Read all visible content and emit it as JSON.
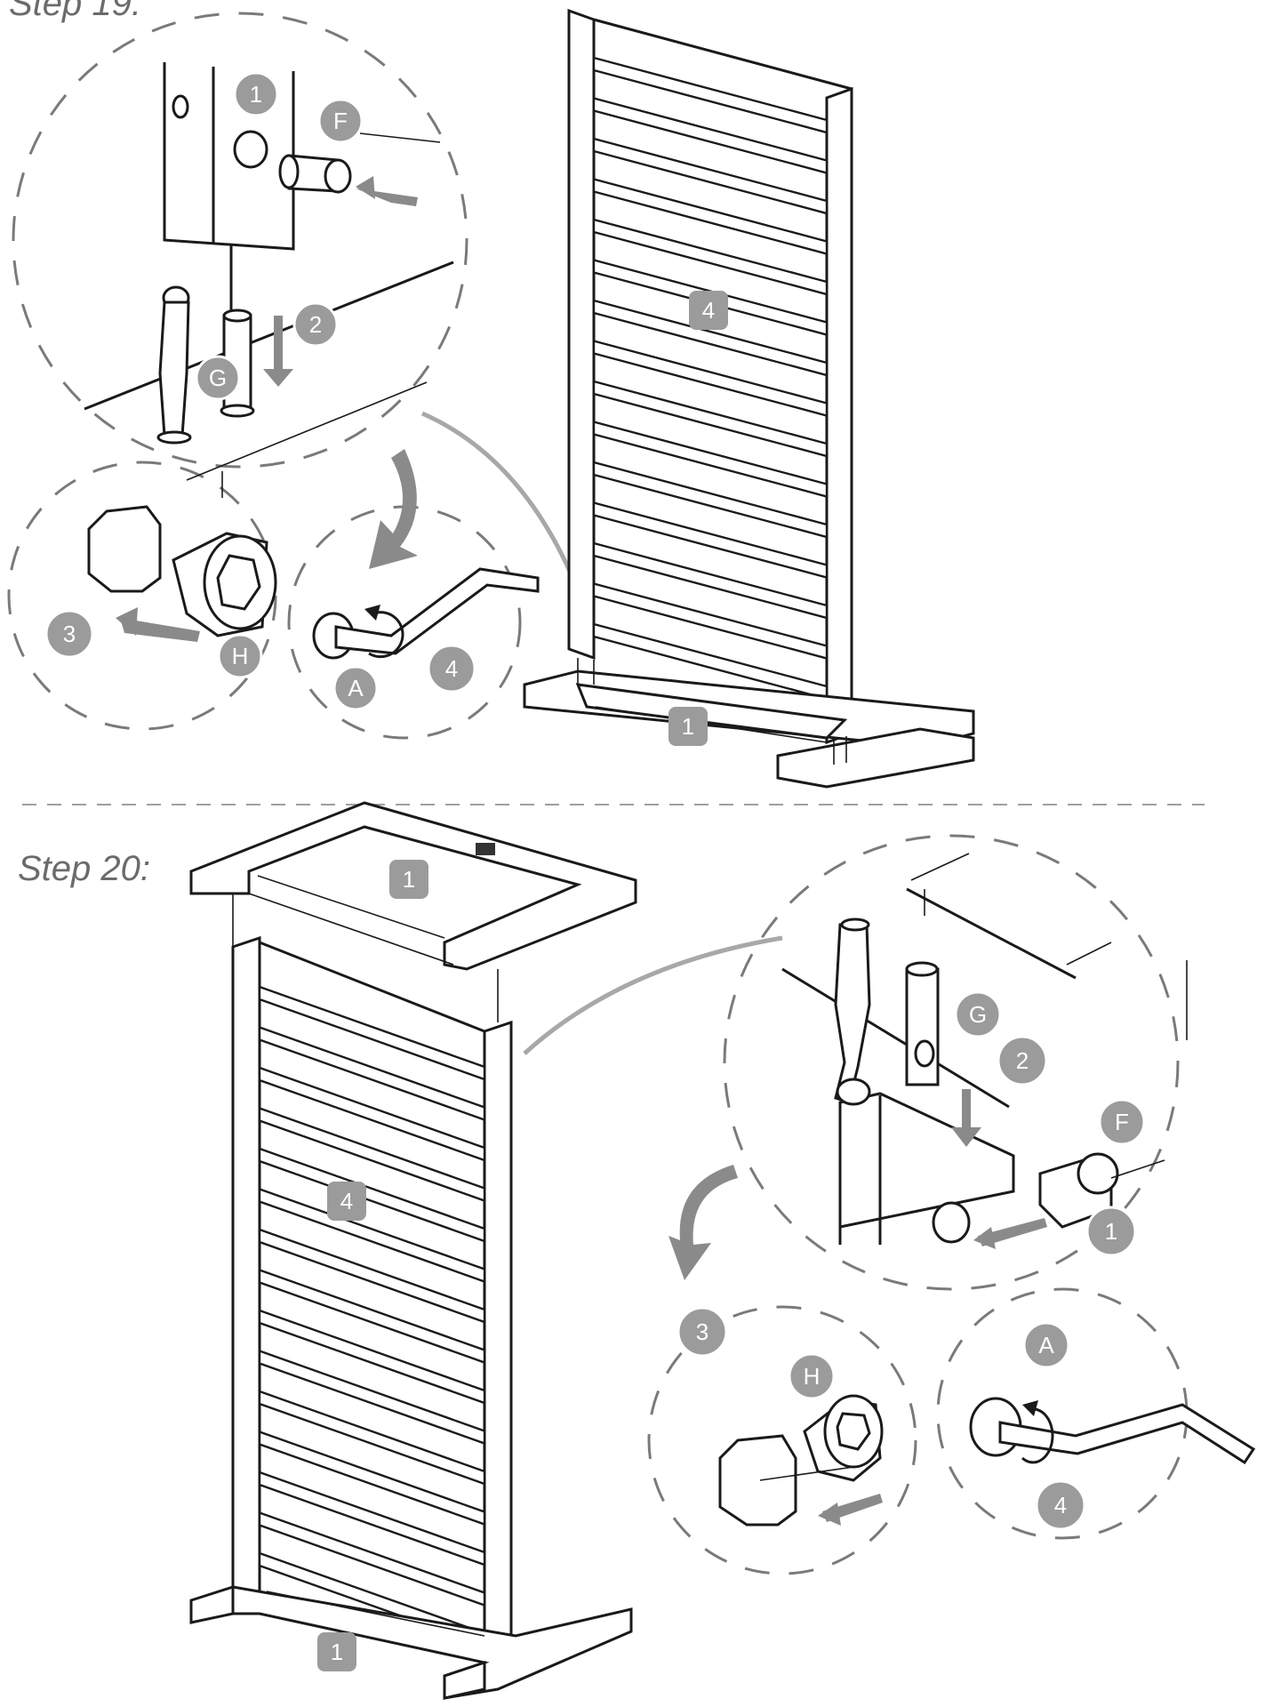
{
  "steps": [
    {
      "title": "Step 19:",
      "part_labels": {
        "frame_panel": "4",
        "base_frame": "1"
      },
      "detail_labels": {
        "insert_barrel": "1",
        "drop_bolt": "2",
        "fit_cap": "3",
        "tighten_key": "4",
        "barrel": "F",
        "bolt": "G",
        "cap": "H",
        "key": "A"
      }
    },
    {
      "title": "Step 20:",
      "part_labels": {
        "frame_panel": "4",
        "top_frame": "1",
        "base_frame": "1"
      },
      "detail_labels": {
        "insert_barrel": "1",
        "drop_bolt": "2",
        "fit_cap": "3",
        "tighten_key": "4",
        "barrel": "F",
        "bolt": "G",
        "cap": "H",
        "key": "A"
      }
    }
  ],
  "colors": {
    "label_fill": "#9b9b9b",
    "line": "#1a1a1a",
    "dash": "#7a7a7a",
    "title": "#6b6b6b"
  }
}
